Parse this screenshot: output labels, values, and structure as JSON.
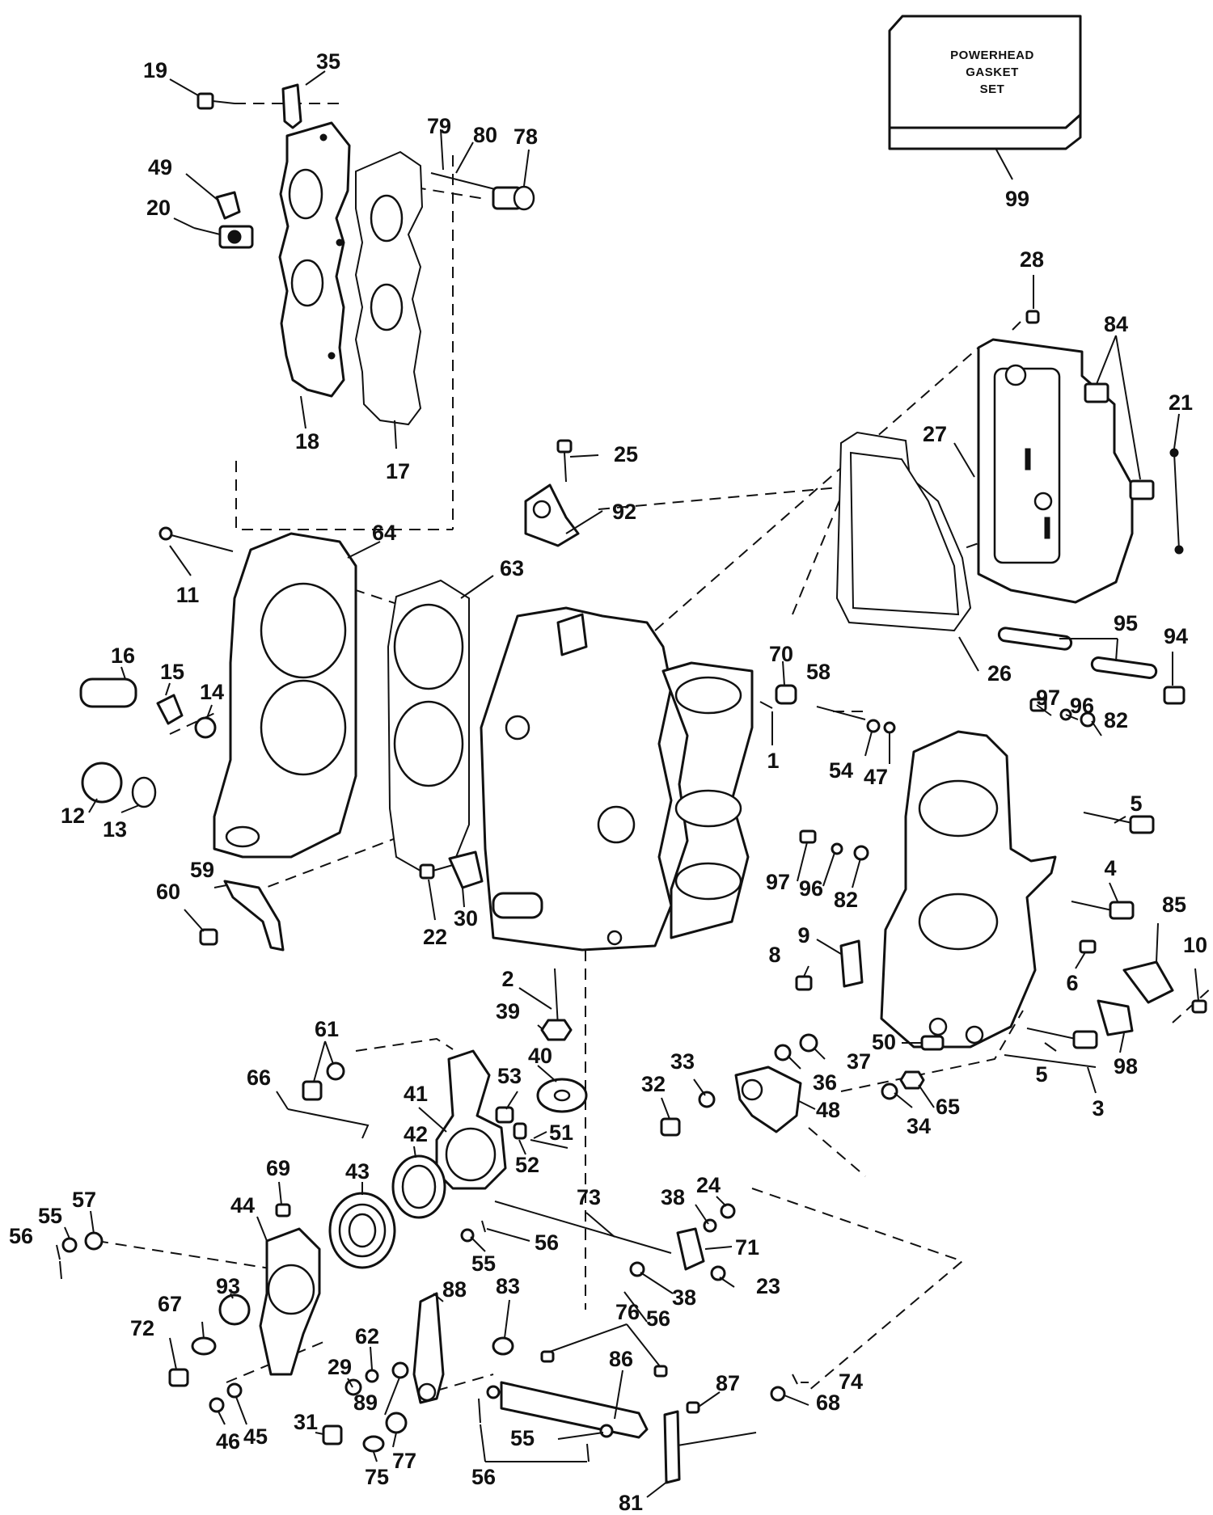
{
  "gasket_set": {
    "lines": [
      "POWERHEAD",
      "GASKET",
      "SET"
    ],
    "part_number": "99"
  },
  "callouts": [
    {
      "id": "c19",
      "text": "19"
    },
    {
      "id": "c35",
      "text": "35"
    },
    {
      "id": "c79",
      "text": "79"
    },
    {
      "id": "c80",
      "text": "80"
    },
    {
      "id": "c78",
      "text": "78"
    },
    {
      "id": "c49",
      "text": "49"
    },
    {
      "id": "c20",
      "text": "20"
    },
    {
      "id": "c18",
      "text": "18"
    },
    {
      "id": "c17",
      "text": "17"
    },
    {
      "id": "c28",
      "text": "28"
    },
    {
      "id": "c84",
      "text": "84"
    },
    {
      "id": "c21",
      "text": "21"
    },
    {
      "id": "c27",
      "text": "27"
    },
    {
      "id": "c25",
      "text": "25"
    },
    {
      "id": "c92",
      "text": "92"
    },
    {
      "id": "c64",
      "text": "64"
    },
    {
      "id": "c63",
      "text": "63"
    },
    {
      "id": "c11",
      "text": "11"
    },
    {
      "id": "c16",
      "text": "16"
    },
    {
      "id": "c15",
      "text": "15"
    },
    {
      "id": "c14",
      "text": "14"
    },
    {
      "id": "c12",
      "text": "12"
    },
    {
      "id": "c13",
      "text": "13"
    },
    {
      "id": "c70",
      "text": "70"
    },
    {
      "id": "c58",
      "text": "58"
    },
    {
      "id": "c26",
      "text": "26"
    },
    {
      "id": "c95",
      "text": "95"
    },
    {
      "id": "c94",
      "text": "94"
    },
    {
      "id": "c97a",
      "text": "97"
    },
    {
      "id": "c96a",
      "text": "96"
    },
    {
      "id": "c82a",
      "text": "82"
    },
    {
      "id": "c1",
      "text": "1"
    },
    {
      "id": "c54",
      "text": "54"
    },
    {
      "id": "c47",
      "text": "47"
    },
    {
      "id": "c5a",
      "text": "5"
    },
    {
      "id": "c59",
      "text": "59"
    },
    {
      "id": "c60",
      "text": "60"
    },
    {
      "id": "c22",
      "text": "22"
    },
    {
      "id": "c30",
      "text": "30"
    },
    {
      "id": "c97b",
      "text": "97"
    },
    {
      "id": "c96b",
      "text": "96"
    },
    {
      "id": "c82b",
      "text": "82"
    },
    {
      "id": "c4",
      "text": "4"
    },
    {
      "id": "c85",
      "text": "85"
    },
    {
      "id": "c9",
      "text": "9"
    },
    {
      "id": "c8",
      "text": "8"
    },
    {
      "id": "c6",
      "text": "6"
    },
    {
      "id": "c10",
      "text": "10"
    },
    {
      "id": "c2",
      "text": "2"
    },
    {
      "id": "c39",
      "text": "39"
    },
    {
      "id": "c61",
      "text": "61"
    },
    {
      "id": "c40",
      "text": "40"
    },
    {
      "id": "c50",
      "text": "50"
    },
    {
      "id": "c5b",
      "text": "5"
    },
    {
      "id": "c98",
      "text": "98"
    },
    {
      "id": "c33",
      "text": "33"
    },
    {
      "id": "c37",
      "text": "37"
    },
    {
      "id": "c32",
      "text": "32"
    },
    {
      "id": "c36",
      "text": "36"
    },
    {
      "id": "c48",
      "text": "48"
    },
    {
      "id": "c65",
      "text": "65"
    },
    {
      "id": "c34",
      "text": "34"
    },
    {
      "id": "c3",
      "text": "3"
    },
    {
      "id": "c66",
      "text": "66"
    },
    {
      "id": "c41",
      "text": "41"
    },
    {
      "id": "c53",
      "text": "53"
    },
    {
      "id": "c51",
      "text": "51"
    },
    {
      "id": "c52",
      "text": "52"
    },
    {
      "id": "c42",
      "text": "42"
    },
    {
      "id": "c69",
      "text": "69"
    },
    {
      "id": "c43",
      "text": "43"
    },
    {
      "id": "c44",
      "text": "44"
    },
    {
      "id": "c57",
      "text": "57"
    },
    {
      "id": "c55a",
      "text": "55"
    },
    {
      "id": "c56a",
      "text": "56"
    },
    {
      "id": "c73",
      "text": "73"
    },
    {
      "id": "c56b",
      "text": "56"
    },
    {
      "id": "c55b",
      "text": "55"
    },
    {
      "id": "c38a",
      "text": "38"
    },
    {
      "id": "c24",
      "text": "24"
    },
    {
      "id": "c71",
      "text": "71"
    },
    {
      "id": "c23",
      "text": "23"
    },
    {
      "id": "c38b",
      "text": "38"
    },
    {
      "id": "c56c",
      "text": "56"
    },
    {
      "id": "c93",
      "text": "93"
    },
    {
      "id": "c67",
      "text": "67"
    },
    {
      "id": "c72",
      "text": "72"
    },
    {
      "id": "c88",
      "text": "88"
    },
    {
      "id": "c83",
      "text": "83"
    },
    {
      "id": "c76",
      "text": "76"
    },
    {
      "id": "c86",
      "text": "86"
    },
    {
      "id": "c29",
      "text": "29"
    },
    {
      "id": "c62",
      "text": "62"
    },
    {
      "id": "c89",
      "text": "89"
    },
    {
      "id": "c74",
      "text": "74"
    },
    {
      "id": "c87",
      "text": "87"
    },
    {
      "id": "c68",
      "text": "68"
    },
    {
      "id": "c46",
      "text": "46"
    },
    {
      "id": "c45",
      "text": "45"
    },
    {
      "id": "c31",
      "text": "31"
    },
    {
      "id": "c77",
      "text": "77"
    },
    {
      "id": "c75",
      "text": "75"
    },
    {
      "id": "c55c",
      "text": "55"
    },
    {
      "id": "c56d",
      "text": "56"
    },
    {
      "id": "c81",
      "text": "81"
    }
  ]
}
